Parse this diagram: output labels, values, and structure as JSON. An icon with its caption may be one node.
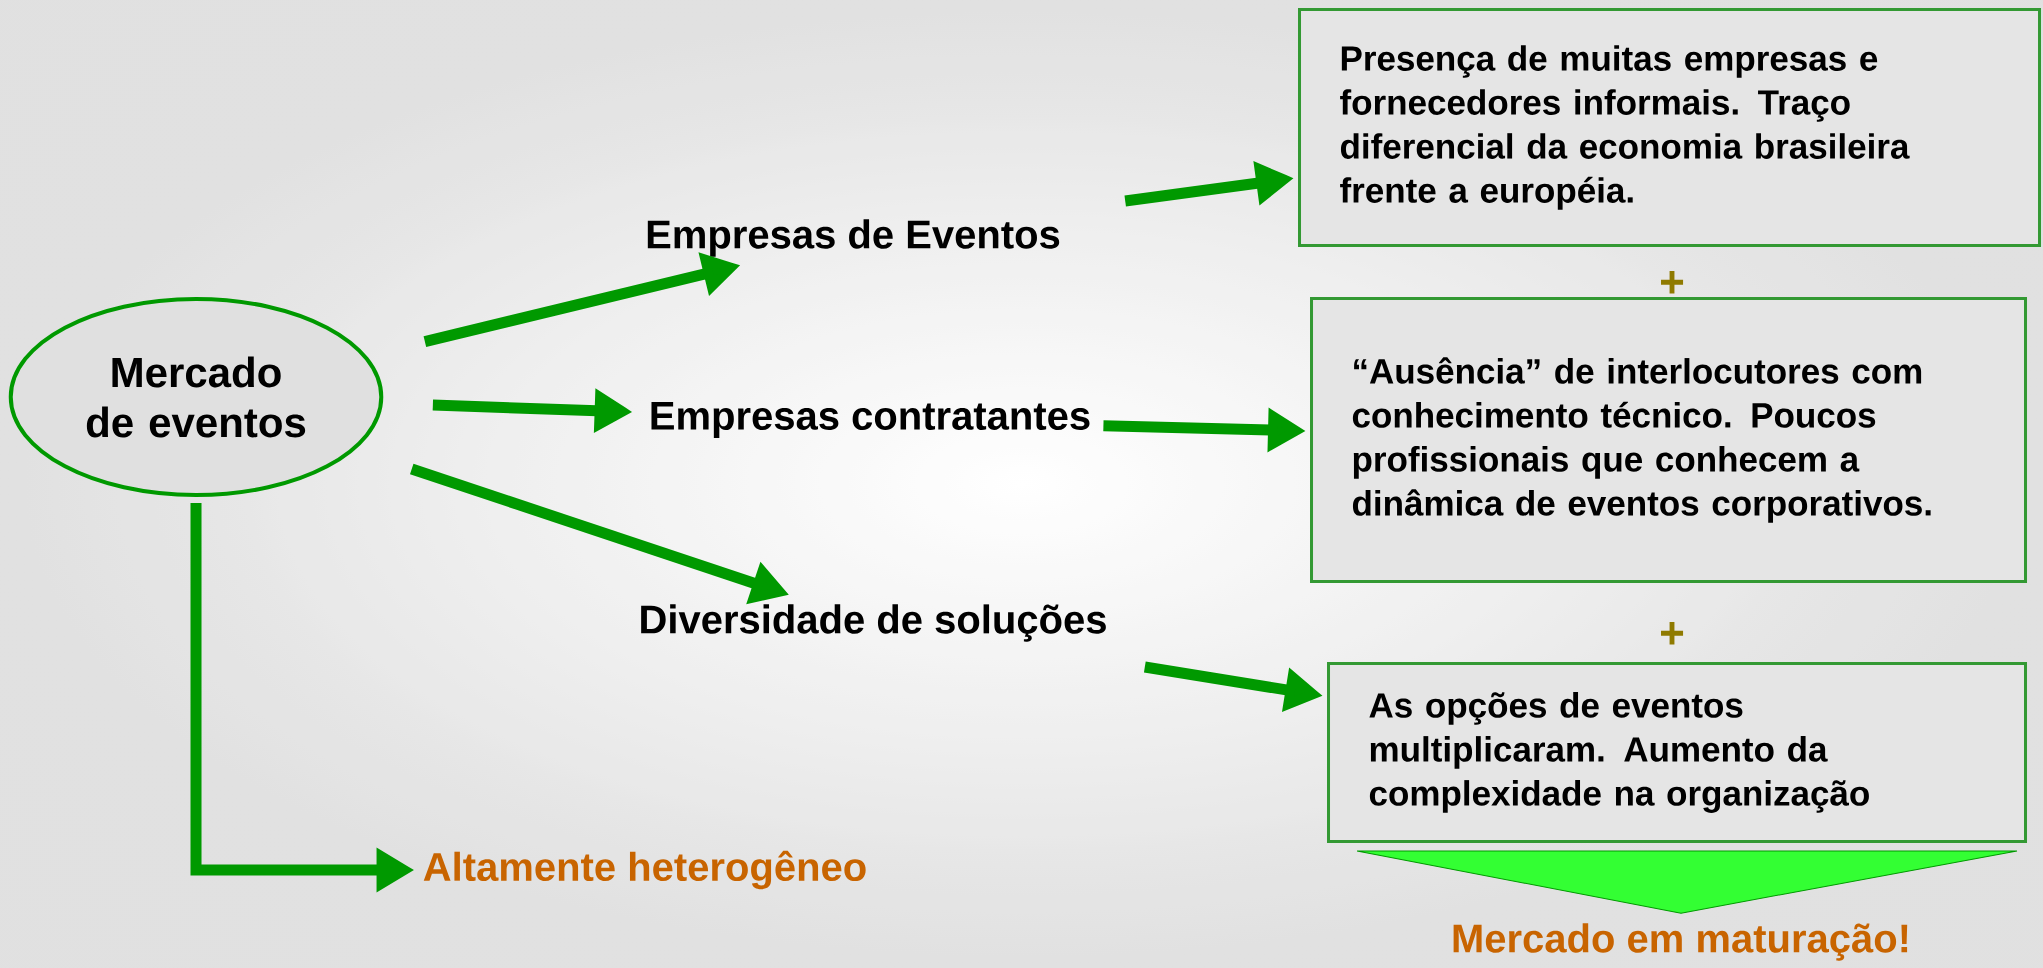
{
  "diagram": {
    "nodes": [
      {
        "text": [
          "Mercado de eventos"
        ]
      },
      {
        "text": [
          "Empresas de Eventos"
        ]
      },
      {
        "text": [
          "Empresas contratantes"
        ]
      },
      {
        "text": [
          "Diversidade de soluções"
        ]
      },
      {
        "text": [
          "Presença de muitas empresas e fornecedores informais. Traço diferencial da economia brasileira frente a européia."
        ]
      },
      {
        "text": [
          "“Ausência” de interlocutores com conhecimento técnico. Poucos profissionais que conhecem a dinâmica de eventos corporativos."
        ]
      },
      {
        "text": [
          "As opções de eventos multiplicaram. Aumento da complexidade na organização"
        ]
      },
      {
        "text": [
          "Altamente heterogêneo"
        ]
      },
      {
        "text": [
          "Mercado em maturação!"
        ]
      }
    ],
    "edges": [
      {
        "from": 0,
        "to": 1,
        "arrow": "to"
      },
      {
        "from": 0,
        "to": 2,
        "arrow": "to"
      },
      {
        "from": 0,
        "to": 3,
        "arrow": "to"
      },
      {
        "from": 1,
        "to": 4,
        "arrow": "to"
      },
      {
        "from": 2,
        "to": 5,
        "arrow": "to"
      },
      {
        "from": 3,
        "to": 6,
        "arrow": "to"
      },
      {
        "from": 0,
        "to": 7,
        "arrow": "to"
      },
      {
        "from": 6,
        "to": 8,
        "arrow": "to",
        "color": "#33ff33"
      }
    ],
    "labels": [
      "+",
      "+"
    ]
  }
}
